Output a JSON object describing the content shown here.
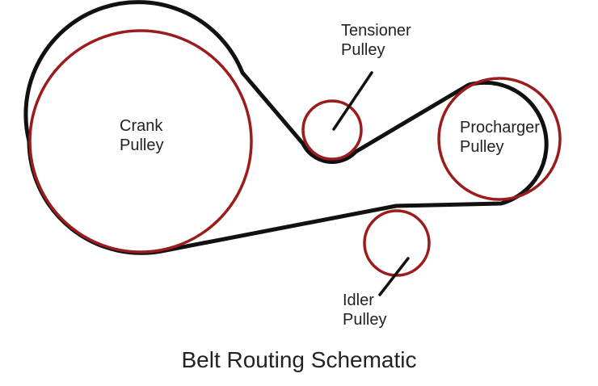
{
  "colors": {
    "pulley": "#9b1c1c",
    "belt": "#111111",
    "leader": "#111111",
    "text": "#222222"
  },
  "pulleys": {
    "crank": {
      "line1": "Crank",
      "line2": "Pulley"
    },
    "tensioner": {
      "line1": "Tensioner",
      "line2": "Pulley"
    },
    "procharger": {
      "line1": "Procharger",
      "line2": "Pulley"
    },
    "idler": {
      "line1": "Idler",
      "line2": "Pulley"
    }
  },
  "title": "Belt Routing Schematic"
}
